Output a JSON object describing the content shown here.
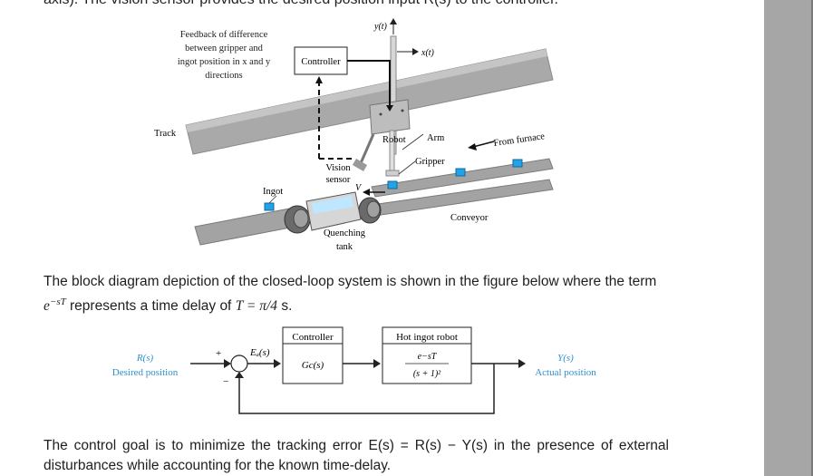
{
  "page": {
    "cut_line": "axis). The vision sensor provides the desired position input R(s) to the controller.",
    "para1": {
      "text_a": "The block diagram depiction of the closed-loop system is shown in the figure below where the term",
      "exp_base": "e",
      "exp_sup": "−sT",
      "text_b": " represents a time delay of ",
      "math": "T = π/4",
      "text_c": " s."
    },
    "para2": "The control goal is to minimize the tracking error E(s) = R(s) − Y(s) in the presence of external disturbances while accounting for the known time-delay."
  },
  "figure1": {
    "yt": "y(t)",
    "xt": "x(t)",
    "feedback_note": [
      "Feedback of difference",
      "between gripper and",
      "ingot position in x and y",
      "directions"
    ],
    "controller": "Controller",
    "track": "Track",
    "robot": "Robot",
    "arm": "Arm",
    "gripper": "Gripper",
    "from_furnace": "From furnace",
    "vision_sensor": [
      "Vision",
      "sensor"
    ],
    "ingot": "Ingot",
    "v": "V",
    "conveyor": "Conveyor",
    "quenching_tank": [
      "Quenching",
      "tank"
    ]
  },
  "figure2": {
    "r_s": "R(s)",
    "desired_position": "Desired position",
    "plus": "+",
    "minus": "−",
    "ea_s": "Eₐ(s)",
    "controller_title": "Controller",
    "gc_s": "Gc(s)",
    "robot_title": "Hot ingot robot",
    "tf_num": "e−sT",
    "tf_den": "(s + 1)²",
    "y_s": "Y(s)",
    "actual_position": "Actual position"
  },
  "colors": {
    "accent_blue": "#2e8fd0",
    "ingot_blue": "#23a3e6",
    "track_gray": "#a9a9a9"
  }
}
